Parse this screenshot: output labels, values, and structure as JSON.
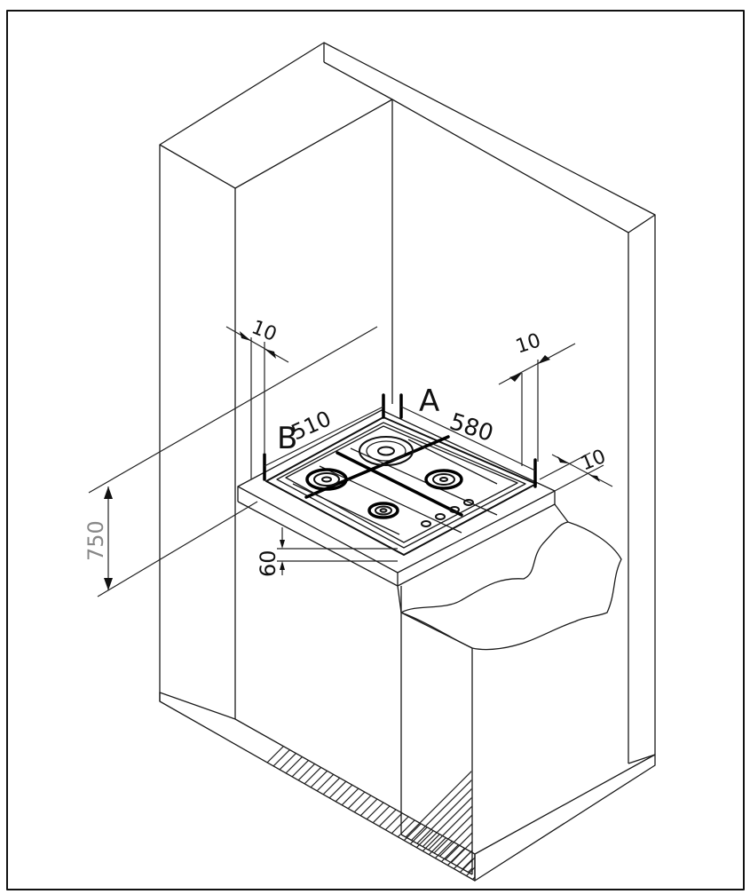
{
  "dimensions": {
    "A_letter": "A",
    "A_value": "580",
    "B_letter": "B",
    "B_value": "510",
    "gap_left": "10",
    "gap_right": "10",
    "gap_front": "10",
    "height": "750",
    "depth": "60"
  }
}
